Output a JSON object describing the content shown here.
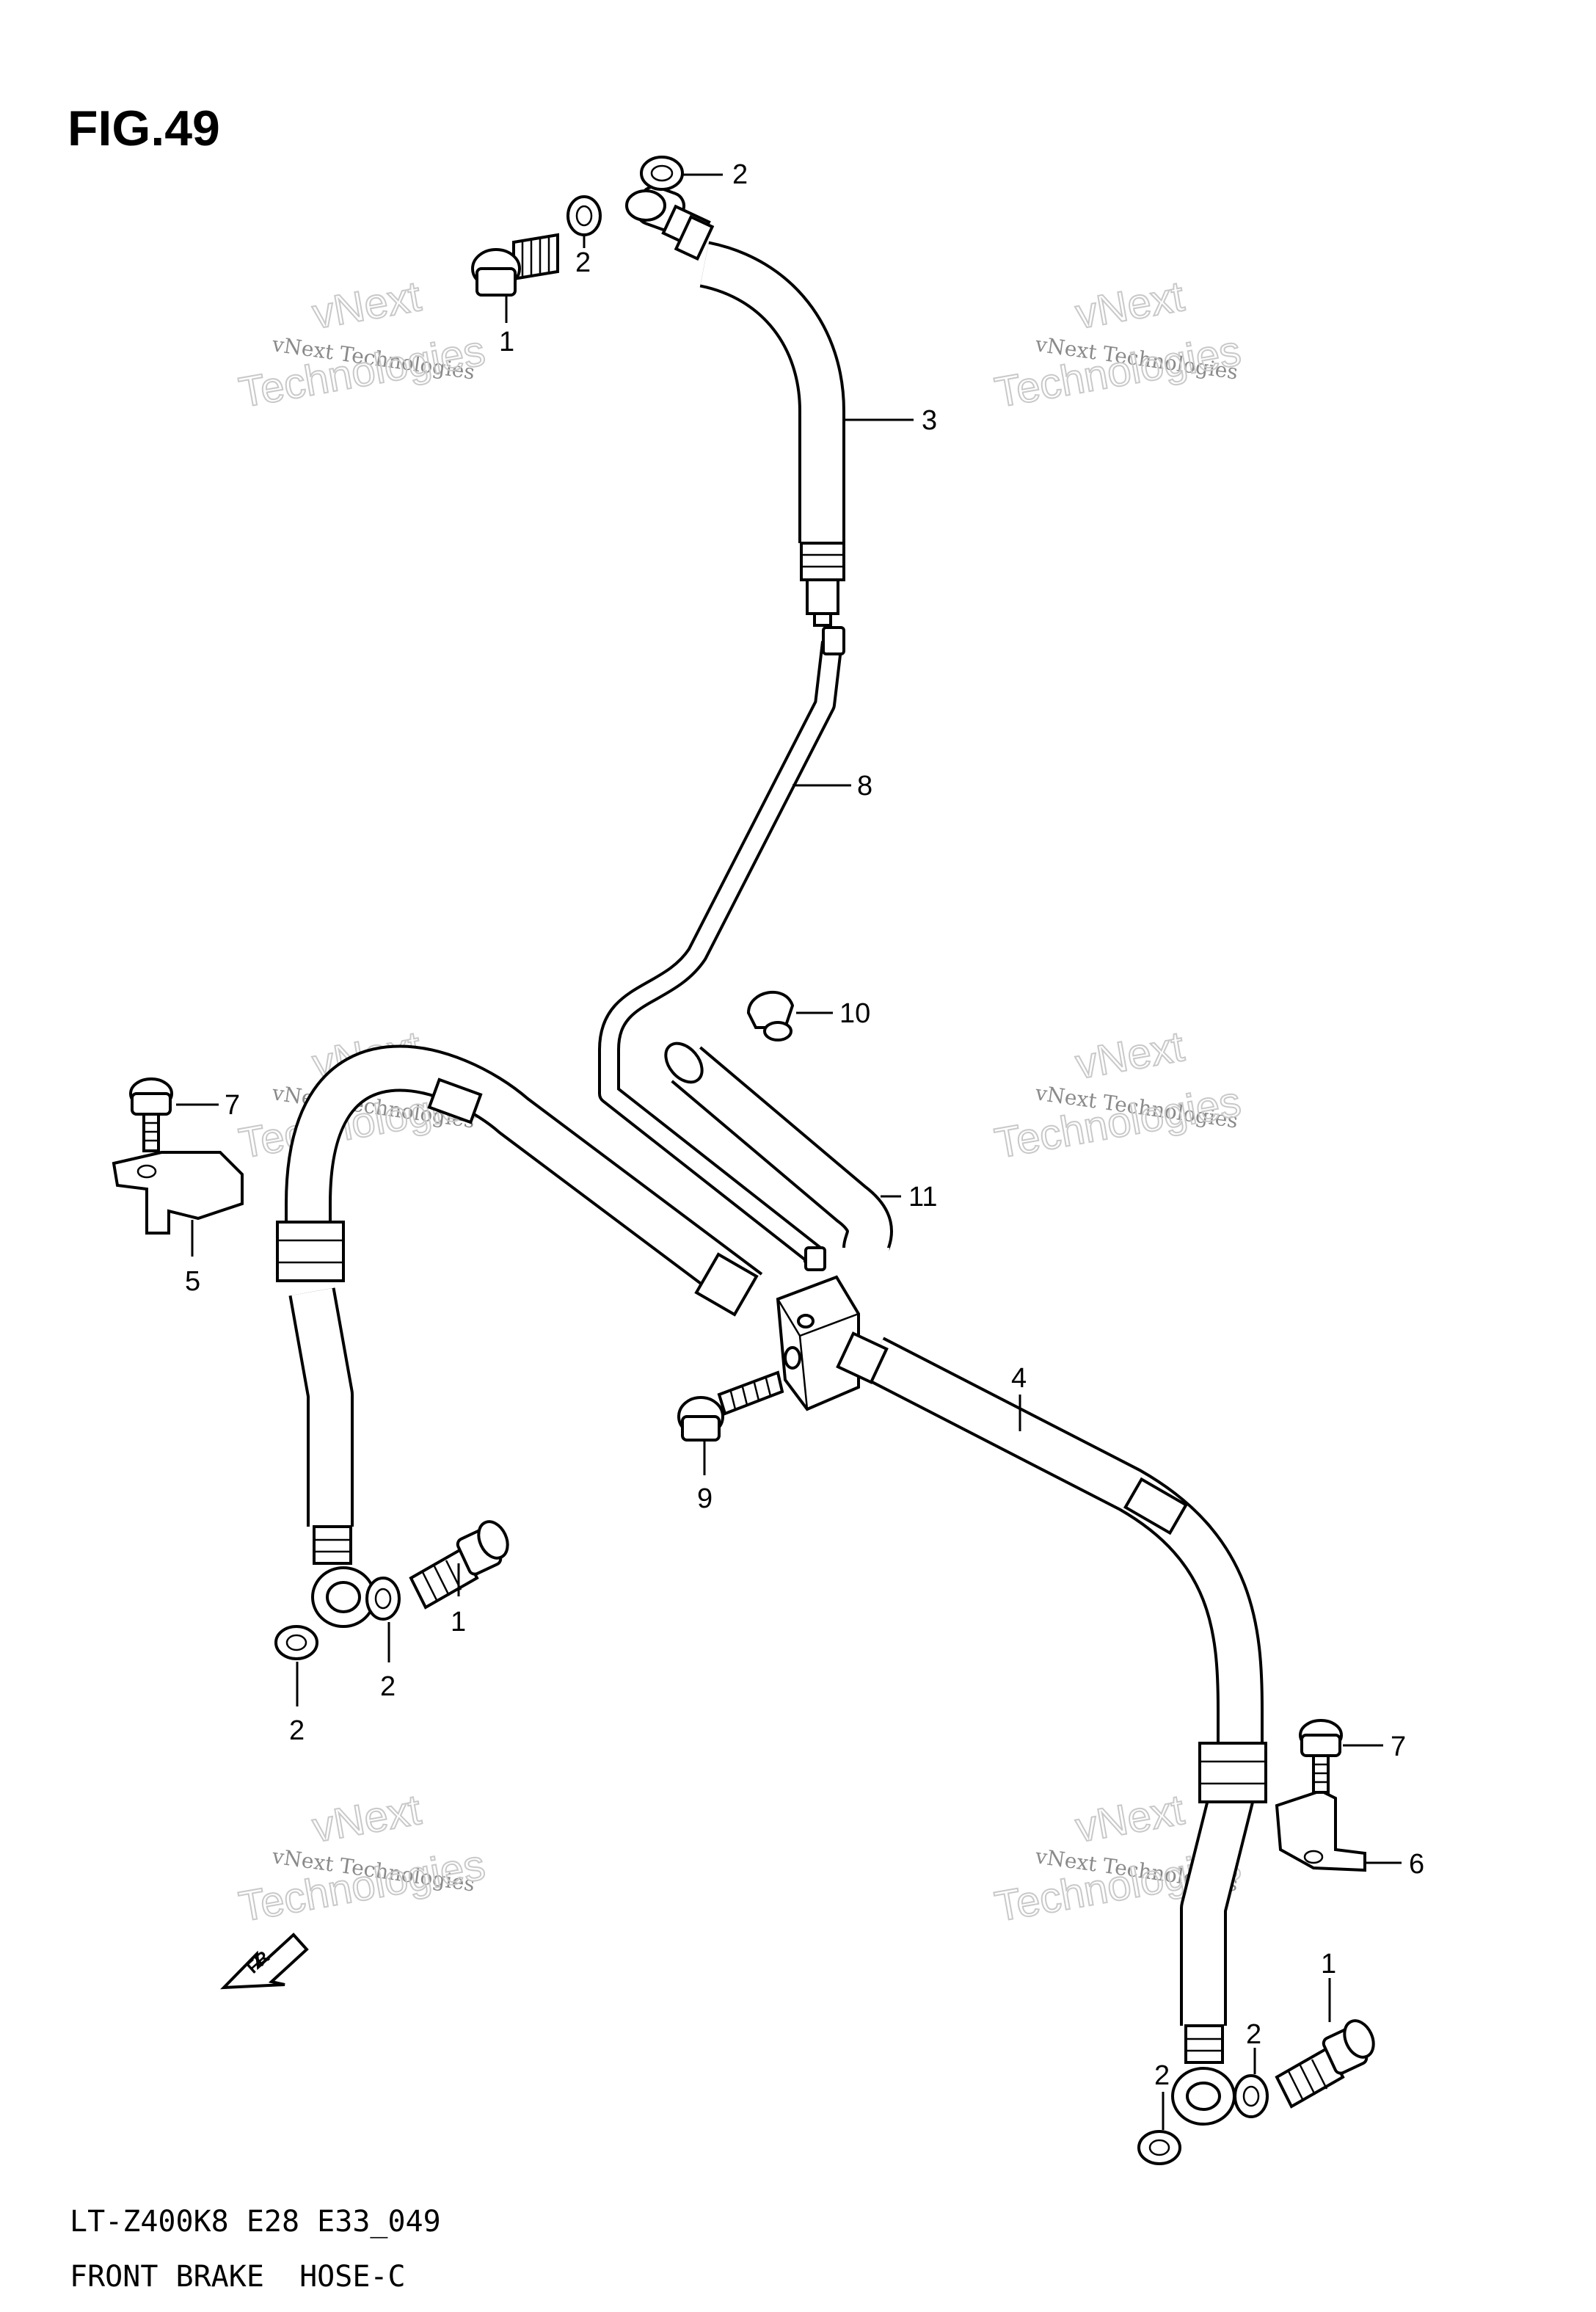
{
  "figure": {
    "title": "FIG.49",
    "model_code": "LT-Z400K8 E28 E33_049",
    "caption": "FRONT BRAKE  HOSE-C",
    "front_arrow_label": "FR"
  },
  "watermark": {
    "small_text": "vNext Technologies",
    "large_line1": "vNext",
    "large_line2": "Technologies"
  },
  "callouts": {
    "c2_top": "2",
    "c2_top_left": "2",
    "c3_bolt": "1",
    "c3_hose": "3",
    "c8": "8",
    "c10": "10",
    "c11": "11",
    "c7_left": "7",
    "c5": "5",
    "c4": "4",
    "c9": "9",
    "c1_left": "1",
    "c2_left_a": "2",
    "c2_left_b": "2",
    "c7_right": "7",
    "c6": "6",
    "c1_right": "1",
    "c2_right_a": "2",
    "c2_right_b": "2"
  }
}
